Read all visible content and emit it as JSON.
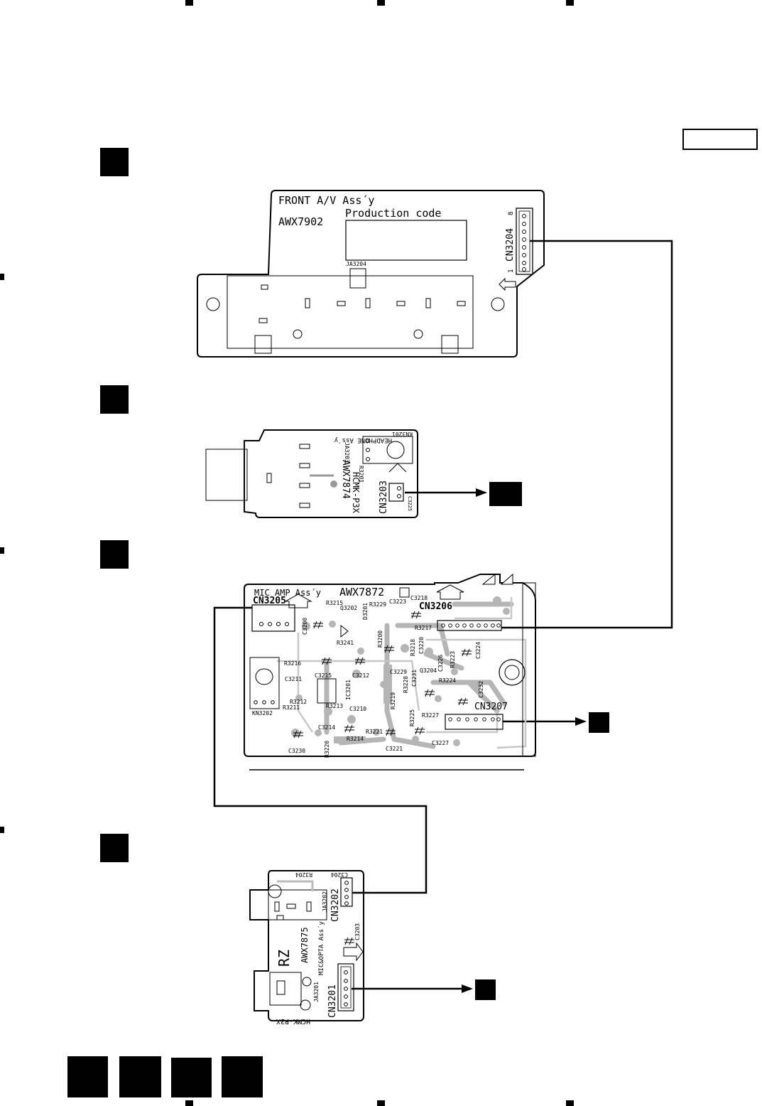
{
  "front_av": {
    "title": "FRONT A/V Ass´y",
    "part_no": "AWX7902",
    "production_code": "Production code",
    "connector": "CN3204",
    "jack": "JA3204",
    "pin_first": "1",
    "pin_last": "8"
  },
  "headphone": {
    "title": "HEADPHONE Ass´y",
    "part_no": "AWX7874",
    "model": "HCMK-P3X",
    "connector": "CN3203",
    "knob": "KN3201",
    "jack": "JA3203",
    "resistor": "R3201",
    "capacitor": "C3225"
  },
  "mic_amp": {
    "title": "MIC AMP Ass´y",
    "part_no": "AWX7872",
    "cn3205": "CN3205",
    "cn3206": "CN3206",
    "cn3207": "CN3207",
    "kn3202": "KN3202",
    "components": [
      "R3215",
      "Q3202",
      "D3201",
      "R3229",
      "C3223",
      "C3218",
      "C3200",
      "R3217",
      "R3241",
      "R3200",
      "R3218",
      "C3220",
      "Q3204",
      "C3226",
      "R3223",
      "C3224",
      "R3216",
      "C3215",
      "C3212",
      "C3229",
      "C3231",
      "C3211",
      "IC3201",
      "R3228",
      "R3224",
      "C3232",
      "R3212",
      "R3211",
      "R3213",
      "C3210",
      "R3219",
      "R3225",
      "R3227",
      "C3214",
      "R3221",
      "R3214",
      "C3230",
      "R3220",
      "C3221",
      "C3227"
    ]
  },
  "mic_opt": {
    "title": "MIC&OPTA Ass´y",
    "part_no": "AWX7875",
    "model": "HCMK-P3X",
    "brand": "RZ",
    "cn3201": "CN3201",
    "cn3202": "CN3202",
    "cn3203": "C3203",
    "ja3201": "JA3201",
    "ja3202": "JA3202",
    "r3204": "R3204",
    "c3204": "C3204"
  }
}
